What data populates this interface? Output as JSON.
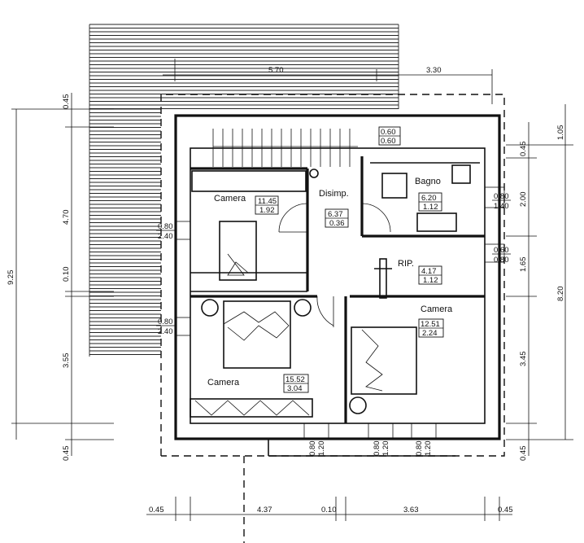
{
  "rooms": [
    {
      "name": "Camera",
      "area": "11.45",
      "ratio": "1.92"
    },
    {
      "name": "Disimp.",
      "area": "6.37",
      "ratio": "0.36"
    },
    {
      "name": "Bagno",
      "area": "6.20",
      "ratio": "1.12"
    },
    {
      "name": "RIP.",
      "area": "4.17",
      "ratio": "1.12"
    },
    {
      "name": "Camera",
      "area": "12.51",
      "ratio": "2.24"
    },
    {
      "name": "Camera",
      "area": "15.52",
      "ratio": "3.04"
    }
  ],
  "windows": {
    "stair_top": [
      "0.60",
      "0.60"
    ],
    "bagno": [
      "0.80",
      "1.40"
    ],
    "rip": [
      "0.60",
      "0.80"
    ],
    "camera_nw": [
      "0.80",
      "2.40"
    ],
    "camera_sw": [
      "0.80",
      "2.40"
    ],
    "bottom_1": [
      "0.80",
      "1.20"
    ],
    "bottom_2": [
      "0.80",
      "1.20"
    ],
    "bottom_3": [
      "0.80",
      "1.20"
    ]
  },
  "dimensions": {
    "top_main": "5.70",
    "top_right": "3.30",
    "left": [
      "0.45",
      "4.70",
      "0.10",
      "3.55",
      "0.45"
    ],
    "left_total": "9.25",
    "right": [
      "1.05",
      "0.45",
      "2.00",
      "1.65",
      "3.45",
      "0.45"
    ],
    "right_total": "8.20",
    "bottom": [
      "0.45",
      "4.37",
      "0.10",
      "3.63",
      "0.45"
    ]
  }
}
